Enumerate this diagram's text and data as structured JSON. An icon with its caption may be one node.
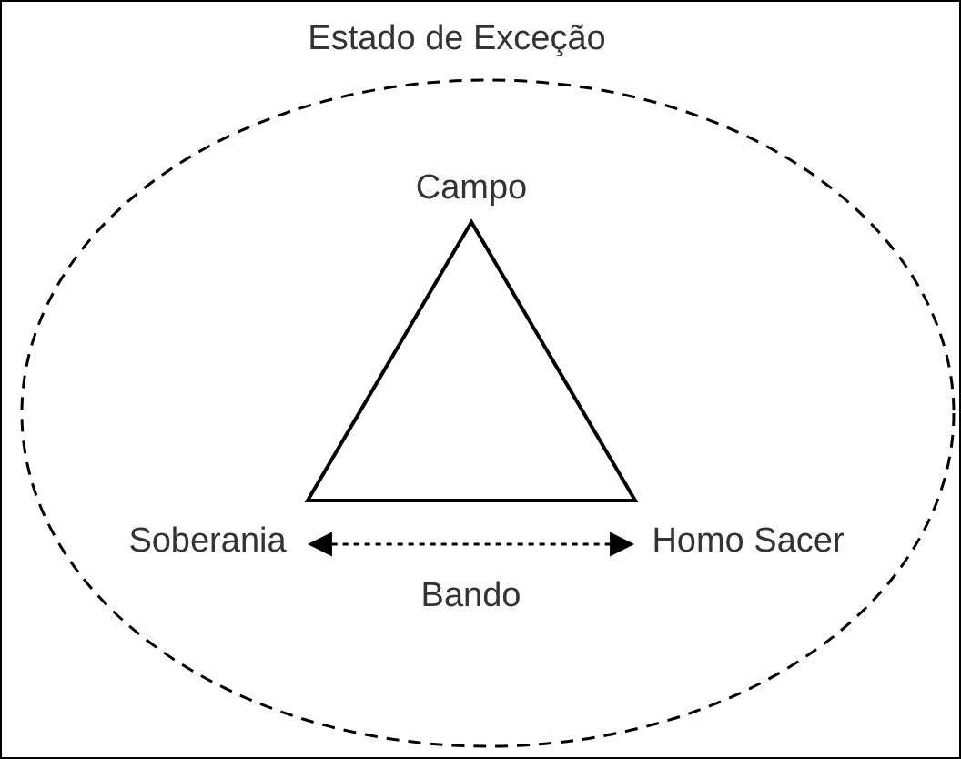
{
  "diagram": {
    "nodes": [
      {
        "text": [
          "Estado de Exceção"
        ]
      },
      {
        "text": [
          "Campo"
        ],
        "in": 0
      },
      {
        "text": [],
        "shape": "triangle",
        "in": 0
      },
      {
        "text": [
          "Soberania"
        ],
        "in": 0
      },
      {
        "text": [
          "Homo Sacer"
        ],
        "in": 0
      }
    ],
    "edges": [
      {
        "from": 3,
        "to": 4,
        "arrow": "both",
        "style": "dashed",
        "label": "Bando"
      }
    ]
  }
}
